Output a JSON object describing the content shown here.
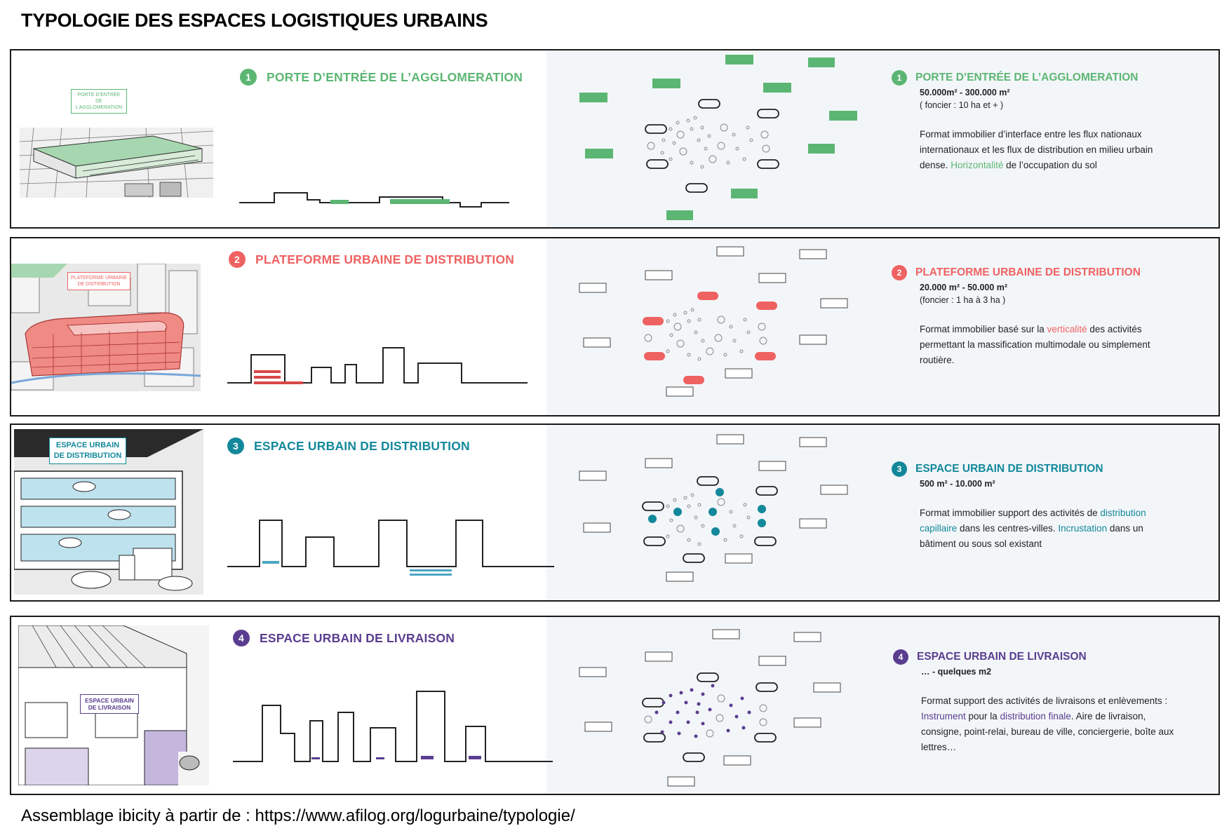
{
  "title": "TYPOLOGIE DES ESPACES LOGISTIQUES URBAINS",
  "footer": "Assemblage ibicity à partir de : https://www.afilog.org/logurbaine/typologie/",
  "colors": {
    "green": "#5cb673",
    "red": "#ef6262",
    "teal": "#13889b",
    "purple": "#5a3d8f",
    "pane": "#f3f6f9"
  },
  "rows": [
    {
      "number": "1",
      "heading": "PORTE D’ENTRÉE DE L’AGGLOMERATION",
      "illus_label": "PORTE D’ENTRÉE DE L’AGGLOMERATION",
      "info_title": "PORTE D’ENTRÉE DE L’AGGLOMERATION",
      "size": "50.000m² - 300.000 m²",
      "land": "( foncier : 10 ha et + )",
      "desc_1": "Format immobilier d’interface entre les flux nationaux internationaux et les flux de distribution en milieu urbain dense. ",
      "desc_hl_1": "Horizontalité",
      "desc_2": " de l’occupation du sol"
    },
    {
      "number": "2",
      "heading": "PLATEFORME URBAINE DE DISTRIBUTION",
      "illus_label": "PLATEFORME URBAINE DE DISTRIBUTION",
      "info_title": "PLATEFORME URBAINE DE DISTRIBUTION",
      "size": "20.000 m²  - 50.000 m²",
      "land": "(foncier : 1 ha à 3 ha )",
      "desc_1": "Format immobilier basé sur la ",
      "desc_hl_1": "verticalité",
      "desc_2": " des activités permettant la massification multimodale ou simplement routière."
    },
    {
      "number": "3",
      "heading": "ESPACE URBAIN DE DISTRIBUTION",
      "illus_label": "ESPACE URBAIN DE DISTRIBUTION",
      "info_title": "ESPACE URBAIN DE DISTRIBUTION",
      "size": "500 m² - 10.000 m²",
      "desc_1": "Format immobilier support des activités de ",
      "desc_hl_1": "distribution capillaire",
      "desc_2": " dans les centres-villes. ",
      "desc_hl_2": "Incrustation",
      "desc_3": " dans un bâtiment ou sous sol existant"
    },
    {
      "number": "4",
      "heading": "ESPACE URBAIN DE LIVRAISON",
      "illus_label": "ESPACE URBAIN DE LIVRAISON",
      "info_title": "ESPACE URBAIN DE LIVRAISON",
      "size": "… - quelques m2",
      "desc_1": "Format support des activités de livraisons et enlèvements : ",
      "desc_hl_1": "Instrument",
      "desc_2": " pour la ",
      "desc_hl_2": "distribution finale",
      "desc_3": ". Aire de livraison, consigne, point-relai, bureau de ville, conciergerie, boîte aux lettres…"
    }
  ]
}
